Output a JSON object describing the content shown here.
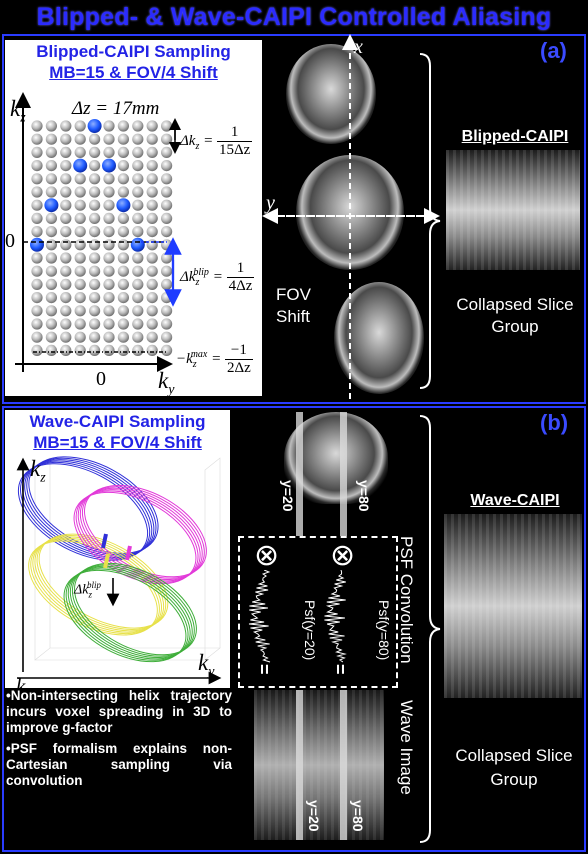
{
  "title": "Blipped- & Wave-CAIPI Controlled Aliasing",
  "panel_a": {
    "label": "(a)",
    "box_title_1": "Blipped-CAIPI Sampling",
    "box_title_2": "MB=15 & FOV/4 Shift",
    "axis_kz": "k",
    "axis_kz_sub": "z",
    "axis_ky": "k",
    "axis_ky_sub": "y",
    "zero_left": "0",
    "zero_bottom": "0",
    "delta_z": "Δz = 17mm",
    "delta_kz_lhs": "Δk",
    "delta_kz_num": "1",
    "delta_kz_den": "15Δz",
    "blip_lhs": "Δk",
    "blip_sup": "blip",
    "blip_num": "1",
    "blip_den": "4Δz",
    "kmax_lhs": "−k",
    "kmax_sup": "max",
    "kmax_num": "−1",
    "kmax_den": "2Δz",
    "axis_x": "x",
    "axis_y": "y",
    "fov_shift": "FOV Shift",
    "method": "Blipped-CAIPI",
    "collapsed": "Collapsed Slice Group"
  },
  "panel_b": {
    "label": "(b)",
    "box_title_1": "Wave-CAIPI Sampling",
    "box_title_2": "MB=15 & FOV/4 Shift",
    "axis_kz": "k",
    "axis_kz_sub": "z",
    "axis_ky": "k",
    "axis_ky_sub": "y",
    "axis_kx": "k",
    "axis_kx_sub": "x",
    "blip_lhs": "Δk",
    "blip_sup": "blip",
    "bullet_1": "•Non-intersecting helix trajectory incurs voxel spreading in 3D to improve g-factor",
    "bullet_2": "•PSF formalism explains non-Cartesian sampling via convolution",
    "y20": "y=20",
    "y80": "y=80",
    "psf20": "Psf(y=20)",
    "psf80": "Psf(y=80)",
    "psf_convolution": "PSF Convolution",
    "wave_image": "Wave Image",
    "method": "Wave-CAIPI",
    "collapsed": "Collapsed Slice Group",
    "conv_symbol": "⊗",
    "equals": "="
  },
  "colors": {
    "accent_blue": "#2a3cff",
    "title_blue": "#2b2bff",
    "dot_blue": "#1f5bff",
    "helix_blue": "#2f2fd8",
    "helix_pink": "#e23ad9",
    "helix_yellow": "#e7e14a",
    "helix_green": "#3fae3a"
  }
}
